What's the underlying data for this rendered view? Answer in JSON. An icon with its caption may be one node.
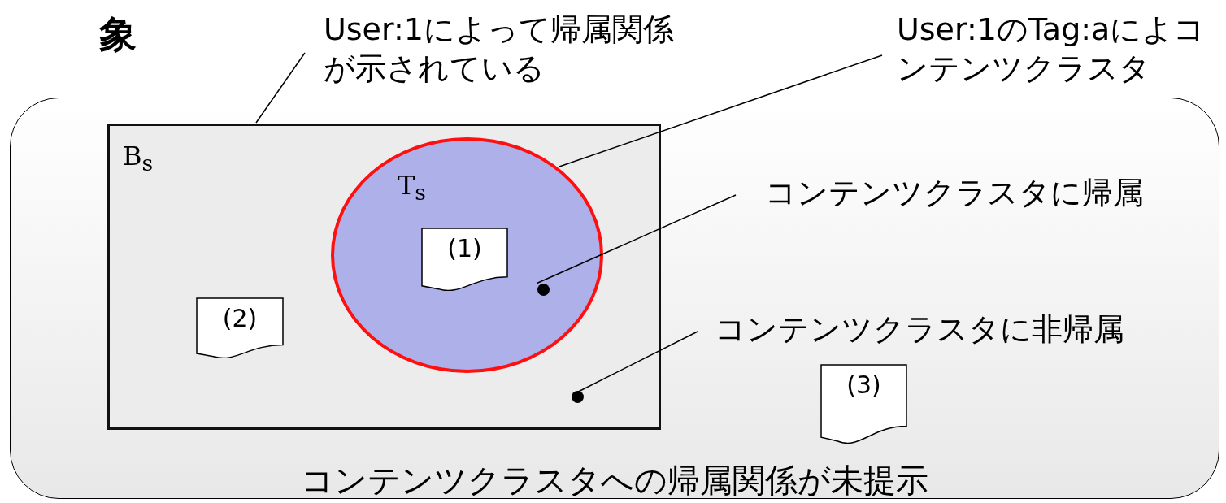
{
  "diagram": {
    "nodes": [
      {
        "text": [
          "コンテンツクラスタへの帰属関係が未提示"
        ]
      },
      {
        "text": [
          "B$_{s}$"
        ],
        "in": 0
      },
      {
        "text": [
          "T$_{s}$"
        ],
        "in": 1
      },
      {
        "text": [
          "(1)"
        ],
        "in": 2
      },
      {
        "text": [
          "(2)"
        ],
        "in": 1
      },
      {
        "text": [
          "(3)"
        ],
        "in": 0
      },
      {
        "text": [
          "User:1によって帰属関係が示されている"
        ]
      },
      {
        "text": [
          "User:1のTag:aによコンテンツクラスタ"
        ]
      },
      {
        "text": [
          "コンテンツクラスタに帰属"
        ],
        "in": 0
      },
      {
        "text": [
          "コンテンツクラスタに非帰属"
        ],
        "in": 0
      },
      {
        "text": [],
        "shape": "circle",
        "in": 2
      },
      {
        "text": [],
        "shape": "circle",
        "in": 1
      }
    ],
    "edges": [
      {
        "from": 6,
        "to": 1,
        "arrow": "none"
      },
      {
        "from": 7,
        "to": 2,
        "arrow": "none"
      },
      {
        "from": 8,
        "to": 10,
        "arrow": "none"
      },
      {
        "from": 9,
        "to": 11,
        "arrow": "none"
      }
    ],
    "labels": [
      "象"
    ]
  }
}
